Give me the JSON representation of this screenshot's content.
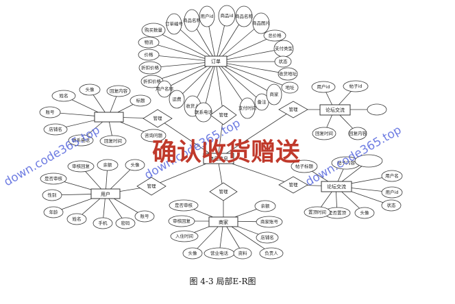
{
  "entities": {
    "order": "订单",
    "forum_post": "论坛交流",
    "user": "用户",
    "shop": "商家",
    "center": "商品信息"
  },
  "relationship_label": "管理",
  "order_attributes": [
    "订单编号",
    "商品名称",
    "用户id",
    "商品id",
    "商品名称",
    "商品图片",
    "购买数量",
    "物流",
    "价格",
    "折扣价格",
    "折扣价格",
    "总价格",
    "支付类型",
    "状态",
    "收货地址",
    "联系电话",
    "收货人",
    "备注",
    "商家",
    "支付时间",
    "用户名称",
    "地址",
    "运费"
  ],
  "reply_attributes": [
    "用户id",
    "帖子id",
    "回复内容",
    "回复时间"
  ],
  "merchant_left_attributes": [
    "姓名",
    "头像",
    "回复内容",
    "标题",
    "账号",
    "店铺名",
    "联系电话",
    "回复时间",
    "咨询问题"
  ],
  "forum_attributes": [
    "帖子内容",
    "帖子标题",
    "用户名",
    "用户id",
    "状态",
    "头像",
    "是否置顶",
    "置顶时间"
  ],
  "user_attributes": [
    "审核回复",
    "余额",
    "头像",
    "是否审核",
    "性别",
    "年龄",
    "姓名",
    "手机",
    "密码",
    "账号"
  ],
  "shop_attributes": [
    "是否审核",
    "审核回复",
    "入住时间",
    "头像",
    "营业电话",
    "资料",
    "商家账号",
    "店铺名",
    "负责人",
    "余额"
  ],
  "watermark": "down.code365.top",
  "banner": "确认收货赠送",
  "caption": "图 4-3 局部E-R图"
}
